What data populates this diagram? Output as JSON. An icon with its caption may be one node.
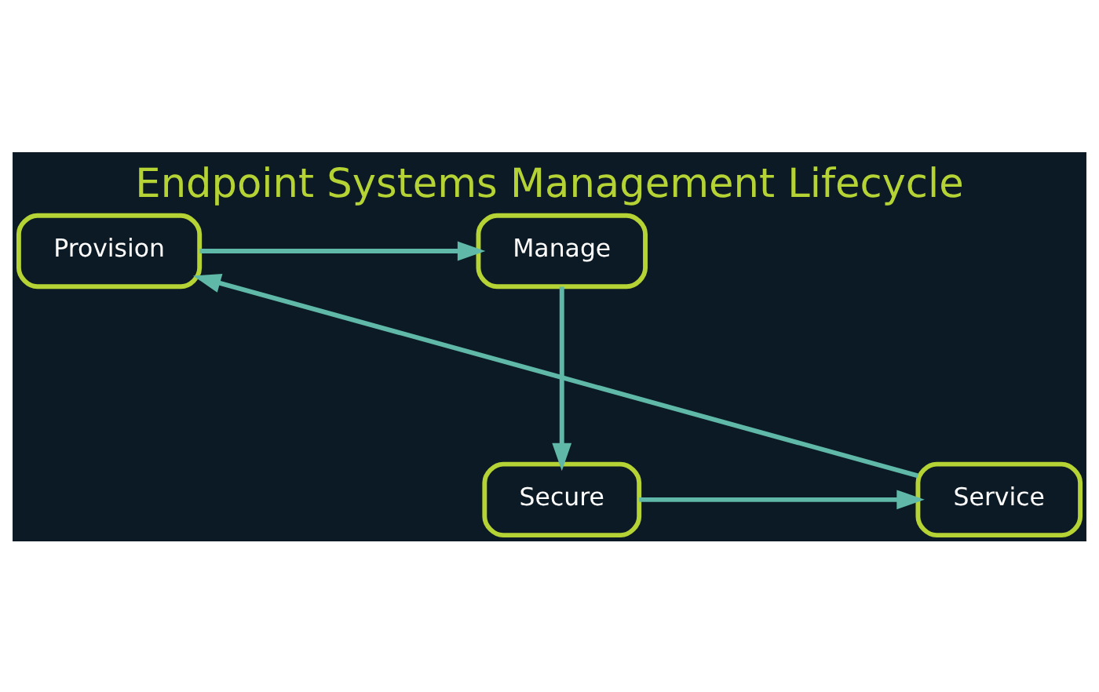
{
  "diagram": {
    "title": "Endpoint Systems Management Lifecycle",
    "nodes": [
      {
        "text": [
          "Provision"
        ]
      },
      {
        "text": [
          "Manage"
        ]
      },
      {
        "text": [
          "Secure"
        ]
      },
      {
        "text": [
          "Service"
        ]
      }
    ],
    "edges": [
      {
        "from": 0,
        "to": 1,
        "arrow": "to"
      },
      {
        "from": 1,
        "to": 2,
        "arrow": "to"
      },
      {
        "from": 2,
        "to": 3,
        "arrow": "to"
      },
      {
        "from": 3,
        "to": 0,
        "arrow": "to"
      }
    ]
  }
}
